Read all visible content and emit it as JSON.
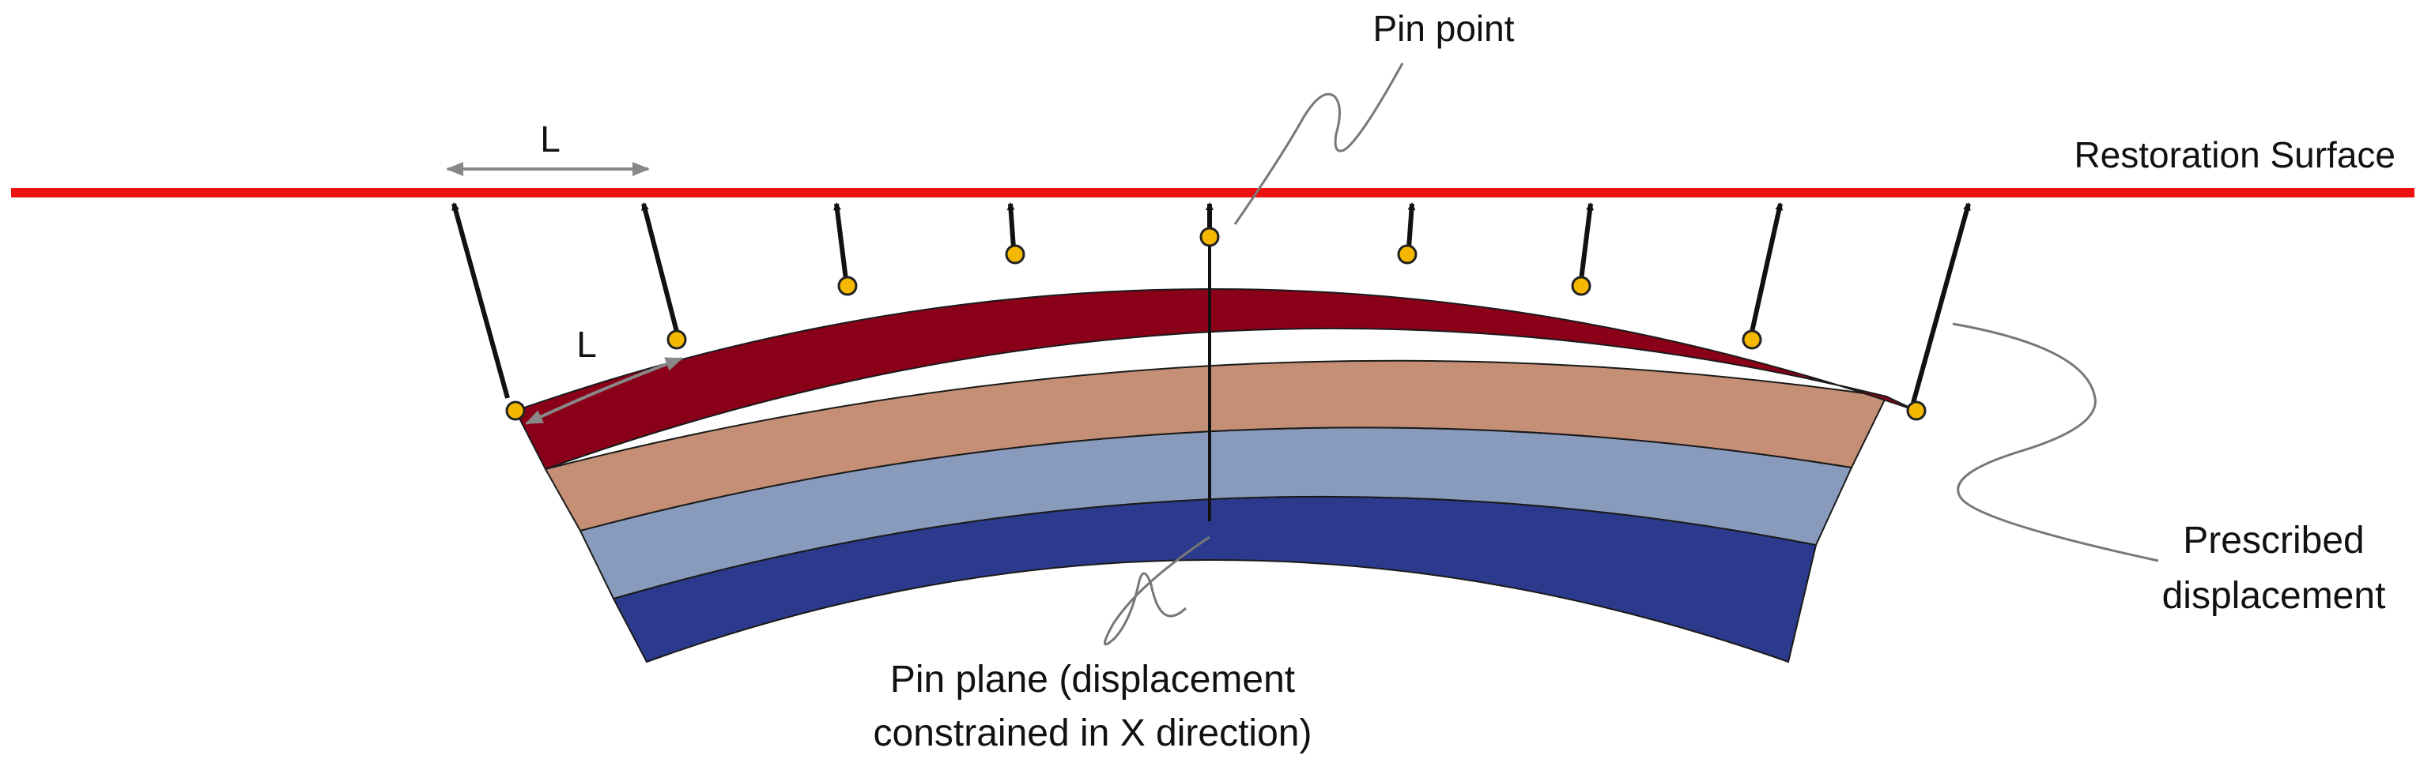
{
  "labels": {
    "pin_point": "Pin point",
    "restoration_surface": "Restoration Surface",
    "length_top": "L",
    "length_arc": "L",
    "prescribed_line1": "Prescribed",
    "prescribed_line2": "displacement",
    "pin_plane_line1": "Pin plane (displacement",
    "pin_plane_line2": "constrained in X direction)"
  },
  "colors": {
    "restoration_surface": "#ee1111",
    "layer_top": "#8b0019",
    "layer_second": "#c48f74",
    "layer_third": "#889bbd",
    "layer_bottom": "#2b3a8c",
    "node": "#f5b800",
    "arrow": "#111111",
    "dimension_arrow": "#888888",
    "leader": "#777777"
  },
  "layers": [
    "top",
    "second",
    "third",
    "bottom"
  ],
  "displacement_arrow_count": 9
}
